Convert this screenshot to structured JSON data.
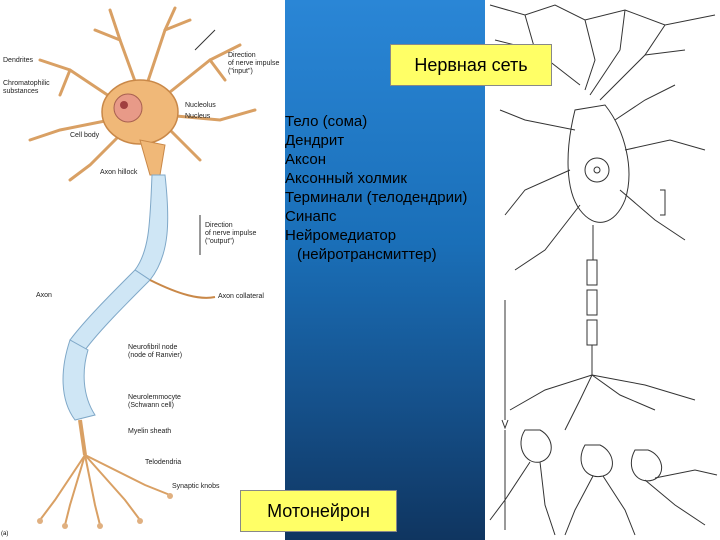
{
  "left_figure": {
    "labels": {
      "dendrites": "Dendrites",
      "chromatophilic": "Chromatophilic\nsubstances",
      "cell_body": "Cell body",
      "direction_input": "Direction\nof nerve impulse\n(\"input\")",
      "nucleolus": "Nucleolus",
      "nucleus": "Nucleus",
      "axon_hillock": "Axon hillock",
      "direction_output": "Direction\nof nerve impulse\n(\"output\")",
      "axon": "Axon",
      "axon_collateral": "Axon collateral",
      "neurofibril_node": "Neurofibril node\n(node of Ranvier)",
      "neurolemmocyte": "Neurolemmocyte\n(Schwann cell)",
      "myelin_sheath": "Myelin sheath",
      "telodendria": "Telodendria",
      "synaptic_knobs": "Synaptic knobs",
      "corner": "(a)"
    }
  },
  "center": {
    "title_top": "Нервная сеть",
    "terms": [
      "Тело (сома)",
      "Дендрит",
      "Аксон",
      "Аксонный холмик",
      "Терминали (телодендрии)",
      "Синапс",
      "Нейромедиатор",
      "(нейротрансмиттер)"
    ],
    "title_bottom": "Мотонейрон"
  },
  "colors": {
    "panel_blue_top": "#2a86d6",
    "panel_blue_bottom": "#0f3560",
    "title_fill": "#ffff66",
    "neuron_body": "#f0b878",
    "axon_sheath": "#cfe6f5"
  }
}
